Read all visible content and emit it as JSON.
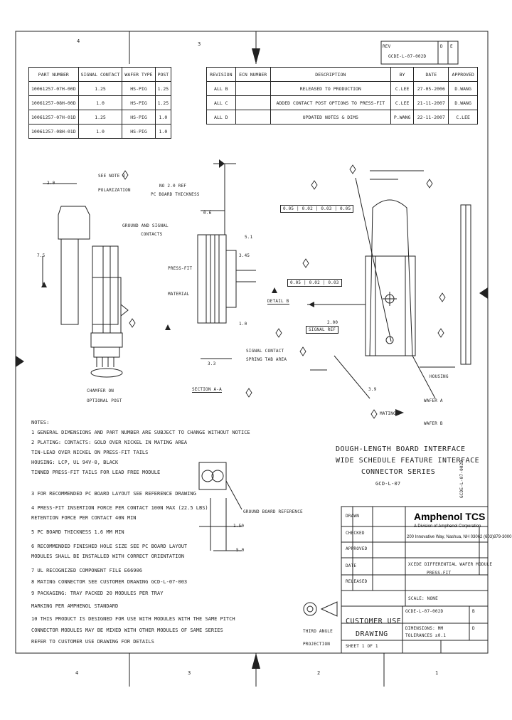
{
  "zones_top": [
    "4",
    "3"
  ],
  "zones_bottom": [
    "4",
    "3",
    "2",
    "1"
  ],
  "rev_header": {
    "label": "REV",
    "value": "GCDE-L-07-002D",
    "col1": "D",
    "col2": "E"
  },
  "part_table": {
    "headers": [
      "PART NUMBER",
      "SIGNAL CONTACT",
      "WAFER TYPE",
      "POST"
    ],
    "rows": [
      [
        "10061257-07H-00D",
        "1.25",
        "HS-PIG",
        "1.25"
      ],
      [
        "10061257-08H-00D",
        "1.0",
        "HS-PIG",
        "1.25"
      ],
      [
        "10061257-07H-01D",
        "1.25",
        "HS-PIG",
        "1.0"
      ],
      [
        "10061257-08H-01D",
        "1.0",
        "HS-PIG",
        "1.0"
      ]
    ]
  },
  "rev_table": {
    "headers": [
      "REVISION",
      "ECN NUMBER",
      "DESCRIPTION",
      "BY",
      "DATE",
      "APPROVED"
    ],
    "rows": [
      [
        "ALL  B",
        "",
        "RELEASED TO PRODUCTION",
        "C.LEE",
        "27-05-2006",
        "D.WANG"
      ],
      [
        "ALL  C",
        "",
        "ADDED CONTACT POST OPTIONS TO PRESS-FIT",
        "C.LEE",
        "21-11-2007",
        "D.WANG"
      ],
      [
        "ALL  D",
        "",
        "UPDATED NOTES & DIMS",
        "P.WANG",
        "22-11-2007",
        "C.LEE"
      ]
    ]
  },
  "labels": {
    "spec_a": "SEE NOTE 3",
    "polar": "POLARIZATION",
    "ngc": "NO 2.0 REF",
    "ngc2": "PC BOARD THICKNESS",
    "ground_contact": "GROUND AND SIGNAL",
    "ground_contact2": "CONTACTS",
    "press": "PRESS-FIT",
    "press2": "MATERIAL",
    "spring": "SIGNAL CONTACT",
    "spring2": "SPRING TAB AREA",
    "optional": "CHAMFER ON",
    "optional2": "OPTIONAL POST",
    "section": "SECTION A-A",
    "detail": "DETAIL B",
    "tol_box": "0.05 | 0.02 | 0.03 | 0.05",
    "tol_row": "0.05 | 0.02 | 0.03",
    "wafer_left": "WAFER A",
    "wafer_right": "WAFER B",
    "housing": "HOUSING",
    "mating": "MATING",
    "ground_ref": "GROUND BOARD REFERENCE",
    "signal_ref": "SIGNAL REF",
    "third_angle": "THIRD ANGLE",
    "projection": "PROJECTION",
    "customer_use": "CUSTOMER USE",
    "drawing": "DRAWING"
  },
  "dims": [
    "2.0",
    "7.5",
    "0.6",
    "5.1",
    "3.45",
    "1.0",
    "3.3",
    "3.9",
    "2.00",
    "1.50",
    "5.0"
  ],
  "notes_title": "NOTES:",
  "notes": [
    "1  GENERAL DIMENSIONS AND PART NUMBER ARE SUBJECT TO CHANGE WITHOUT NOTICE",
    "2  PLATING: CONTACTS: GOLD OVER NICKEL IN MATING AREA",
    "     TIN-LEAD OVER NICKEL ON PRESS-FIT TAILS",
    "     HOUSING: LCP, UL 94V-0, BLACK",
    "     TINNED PRESS-FIT TAILS FOR LEAD FREE MODULE",
    "3  FOR RECOMMENDED PC BOARD LAYOUT SEE REFERENCE DRAWING",
    "4  PRESS-FIT INSERTION FORCE PER CONTACT 100N MAX  (22.5 LBS)",
    "     RETENTION FORCE PER CONTACT 40N MIN",
    "5  PC BOARD THICKNESS 1.6 MM MIN",
    "6  RECOMMENDED FINISHED HOLE SIZE SEE PC BOARD LAYOUT",
    "     MODULES SHALL BE INSTALLED WITH CORRECT ORIENTATION",
    "7  UL RECOGNIZED COMPONENT FILE E66906",
    "8  MATING CONNECTOR SEE CUSTOMER DRAWING GCD-L-07-003",
    "9  PACKAGING: TRAY PACKED 20 MODULES PER TRAY",
    "     MARKING PER AMPHENOL STANDARD",
    "10  THIS PRODUCT IS DESIGNED FOR USE WITH MODULES WITH THE SAME PITCH",
    "     CONNECTOR MODULES MAY BE MIXED WITH OTHER MODULES OF SAME SERIES",
    "     REFER TO CUSTOMER USE DRAWING FOR DETAILS"
  ],
  "title_block": {
    "product_title_1": "DOUGH-LENGTH BOARD INTERFACE",
    "product_title_2": "WIDE SCHEDULE FEATURE INTERFACE",
    "product_title_3": "CONNECTOR SERIES",
    "product_title_4": "GCD-L-07",
    "company": "Amphenol TCS",
    "division": "A Division of Amphenol Corporation",
    "address": "200 Innovative Way, Nashua, NH 03062 (603)879-3000",
    "rows": [
      "DRAWN",
      "CHECKED",
      "APPROVED",
      "DATE",
      "RELEASED"
    ],
    "desc": "XCEDE DIFFERENTIAL WAFER MODULE",
    "desc2": "PRESS-FIT",
    "sheet": "SHEET 1 OF 1",
    "size": "B",
    "dwg_no": "GCDE-L-07-002D",
    "scale": "SCALE: NONE",
    "units": "DIMENSIONS: MM",
    "tol": "TOLERANCES ±0.1",
    "rev": "D"
  },
  "side_stamp": "GCDE-L-07-002D"
}
